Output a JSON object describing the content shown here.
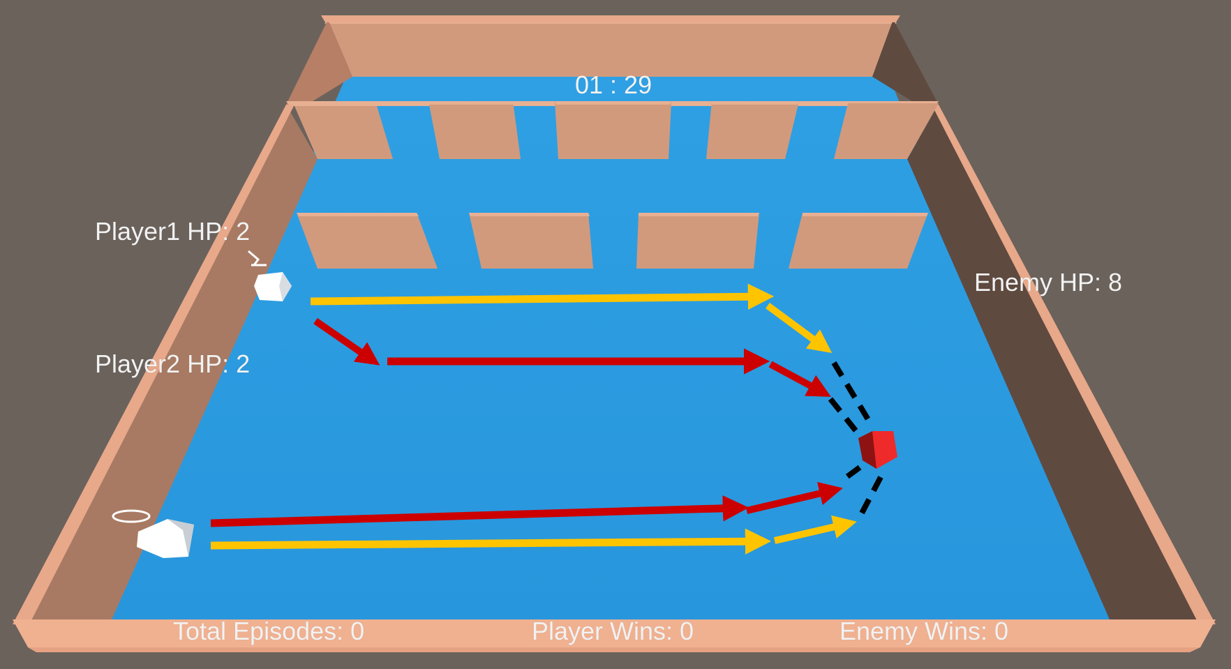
{
  "hud": {
    "timer": "01 : 29",
    "player1_hp": "Player1 HP: 2",
    "player2_hp": "Player2 HP: 2",
    "enemy_hp": "Enemy HP: 8",
    "total_episodes": "Total Episodes: 0",
    "player_wins": "Player Wins: 0",
    "enemy_wins": "Enemy Wins: 0"
  },
  "colors": {
    "background": "#6b625c",
    "floor": "#2b9be0",
    "wall_top": "#e8a88a",
    "wall_face": "#d29a7c",
    "wall_shadow": "#5f4a40",
    "player_cube": "#ffffff",
    "enemy_cube": "#ee2a2a",
    "yellow_path": "#ffc400",
    "red_path": "#cc0000",
    "dashed_line": "#000000"
  }
}
